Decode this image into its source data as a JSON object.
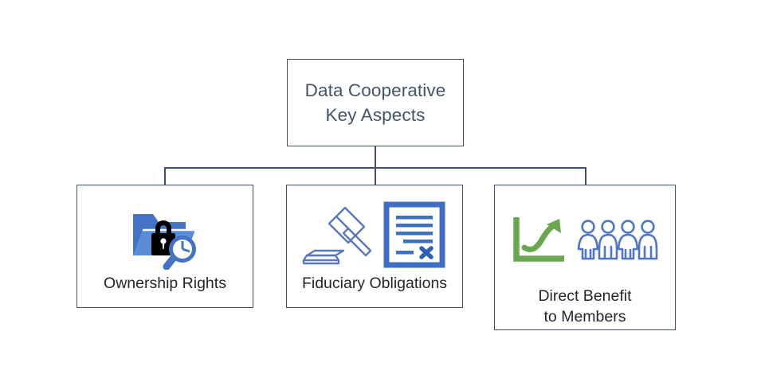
{
  "diagram": {
    "type": "org-chart",
    "root": {
      "title": "Data Cooperative\nKey Aspects",
      "text_color": "#44546a",
      "border_color": "#43506a"
    },
    "children": [
      {
        "id": "ownership",
        "label": "Ownership Rights",
        "icons": [
          "folder-lock-icon",
          "magnifier-icon"
        ],
        "icon_colors": {
          "folder": "#4472c4",
          "lock": "#000000",
          "magnifier": "#4472c4"
        }
      },
      {
        "id": "fiduciary",
        "label": "Fiduciary Obligations",
        "icons": [
          "gavel-icon",
          "contract-document-icon"
        ],
        "icon_colors": {
          "gavel": "#5b79c0",
          "document": "#3f6fc4"
        }
      },
      {
        "id": "benefit",
        "label": "Direct Benefit\nto Members",
        "icons": [
          "growth-chart-icon",
          "members-group-icon"
        ],
        "icon_colors": {
          "chart": "#6aa84f",
          "people": "#4f74c8"
        }
      }
    ],
    "connector_color": "#43506a",
    "background": "#ffffff"
  }
}
